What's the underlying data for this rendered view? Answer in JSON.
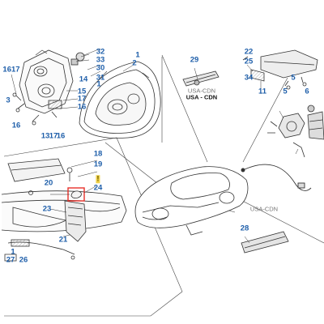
{
  "diagram": {
    "title": "",
    "accent_color": "#1f5faa",
    "highlight_color": "#e8312a",
    "warning_badge_color": "#f0d24a"
  },
  "callouts": {
    "headlamp_left": [
      "1617",
      "3",
      "14",
      "15",
      "17",
      "16",
      "16",
      "13",
      "17",
      "16"
    ],
    "headlamp_right": [
      "32",
      "33",
      "30",
      "31",
      "1",
      "2",
      "1"
    ],
    "third_brake_light": [
      "29"
    ],
    "rear_lamp": [
      "22",
      "25",
      "34",
      "5",
      "11",
      "5",
      "6"
    ],
    "side_lamp": [
      "28"
    ],
    "front_bumper_lamp": [
      "18",
      "19",
      "24",
      "20",
      "23",
      "21",
      "1",
      "27",
      "26"
    ],
    "warning_badge": "!"
  },
  "market_tags": {
    "third_brake_light": [
      "USA-CDN",
      "USA - CDN"
    ],
    "side_lamp": [
      "USA-CDN"
    ]
  }
}
